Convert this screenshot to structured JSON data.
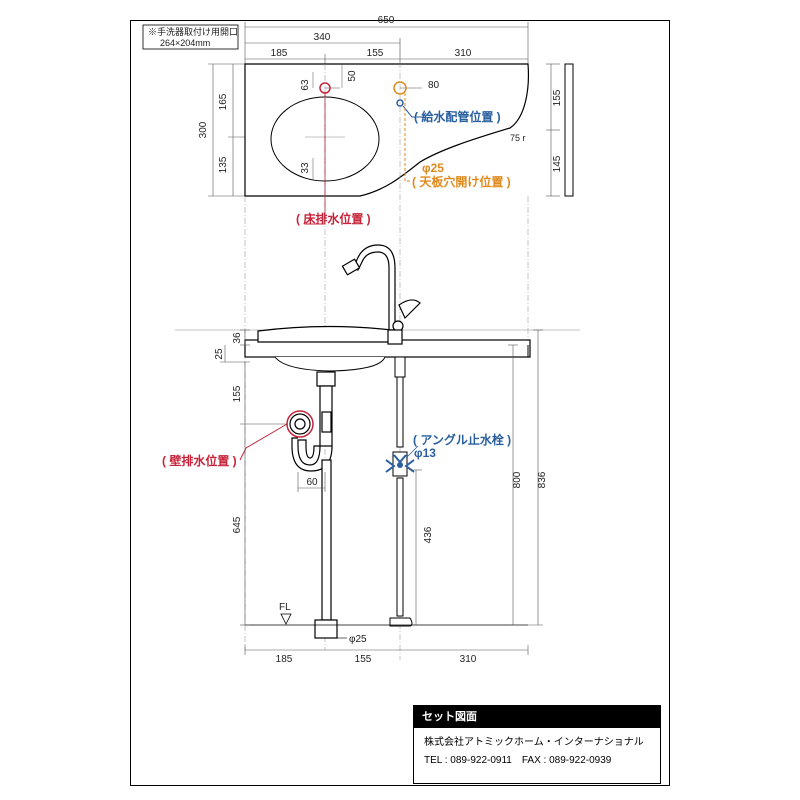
{
  "drawing": {
    "note": {
      "line1": "※手洗器取付け用開口",
      "line2": "264×204mm"
    },
    "plan_dims": {
      "total_width": "650",
      "left_width": "340",
      "seg_a": "185",
      "seg_b": "155",
      "seg_c": "310",
      "depth": "300",
      "depth_top": "165",
      "depth_bottom": "135",
      "right_top": "155",
      "right_bottom": "145",
      "v63": "63",
      "v50": "50",
      "v33": "33",
      "h80": "80",
      "radius": "75 r"
    },
    "labels": {
      "floor_drain": "( 床排水位置 )",
      "water_supply": "( 給水配管位置 )",
      "hole_dia": "φ25",
      "hole": "( 天板穴開け位置 )",
      "wall_drain": "( 壁排水位置 )",
      "angle_valve": "( アングル止水栓 )",
      "valve_dia": "φ13",
      "floor": "FL",
      "pipe_dia": "φ25"
    },
    "elev_dims": {
      "d36": "36",
      "d25": "25",
      "d155": "155",
      "d645": "645",
      "d60": "60",
      "d436": "436",
      "d800": "800",
      "d836": "836",
      "b185": "185",
      "b155": "155",
      "b310": "310"
    },
    "colors": {
      "red": "#c6243a",
      "blue": "#2a5f9e",
      "orange": "#e08a1e",
      "black": "#000000"
    }
  },
  "titleblock": {
    "title": "セット図面",
    "company": "株式会社アトミックホーム・インターナショナル",
    "phone": "TEL : 089-922-0911　FAX : 089-922-0939"
  }
}
